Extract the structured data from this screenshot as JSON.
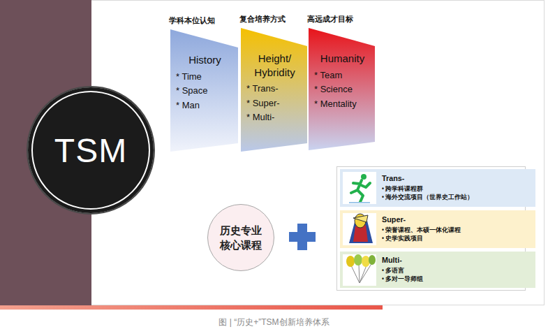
{
  "diagram": {
    "caption": "图 | “历史+”TSM创新培养体系",
    "nodes": [
      {
        "text": [
          "TSM"
        ]
      },
      {
        "text": [
          "学科本位认知",
          "History",
          "* Time",
          "* Space",
          "* Man"
        ]
      },
      {
        "text": [
          "复合培养方式",
          "Height/ Hybridity",
          "* Trans-",
          "* Super-",
          "* Multi-"
        ]
      },
      {
        "text": [
          "高远成才目标",
          "Humanity",
          "* Team",
          "* Science",
          "* Mentality"
        ]
      },
      {
        "text": [
          "历史专业 核心课程"
        ]
      },
      {
        "text": [
          "Trans-",
          "• 跨学科课程群",
          "• 海外交流项目（世界史工作站）"
        ]
      },
      {
        "text": [
          "Super-",
          "• 荣誉课程、本硕一体化课程",
          "• 史学实践项目"
        ]
      },
      {
        "text": [
          "Multi-",
          "• 多语言",
          "• 多对一导师组"
        ]
      }
    ]
  }
}
